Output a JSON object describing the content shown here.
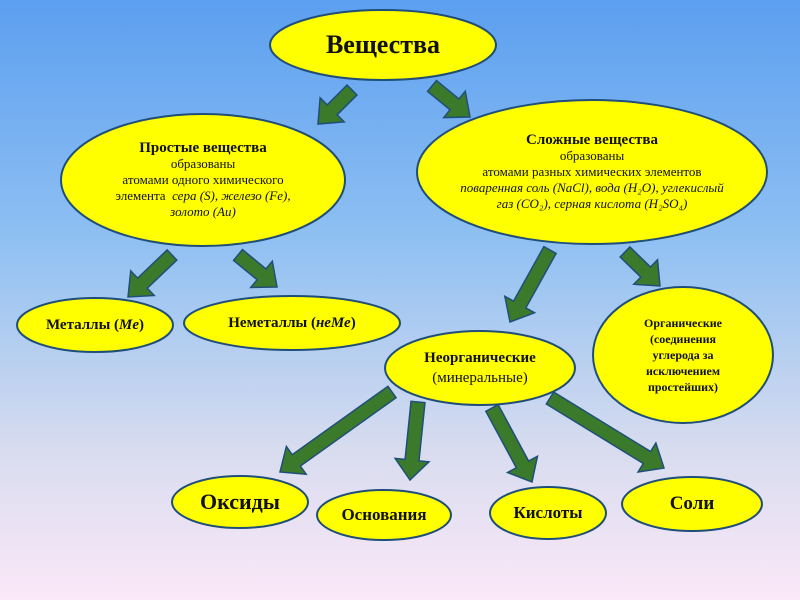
{
  "colors": {
    "ellipse_fill": "#ffff00",
    "ellipse_stroke": "#1f4e79",
    "arrow_fill": "#3b7a2a",
    "arrow_stroke": "#1f4e79"
  },
  "root": {
    "label": "Вещества"
  },
  "simple": {
    "title": "Простые вещества",
    "line1": "образованы",
    "line2": "атомами одного химического",
    "line3": "элемента",
    "examples1": "сера (S), железо (Fe),",
    "examples2": "золото (Au)"
  },
  "complex": {
    "title": "Сложные вещества",
    "line1": "образованы",
    "line2": "атомами разных химических элементов",
    "examples1": "поваренная соль (NaCl), вода (H₂O), углекислый",
    "examples2": "газ (CO₂), серная кислота (H₂SO₄)"
  },
  "metals": {
    "label": "Металлы (",
    "italic": "Me",
    ")": ")"
  },
  "nonmetals": {
    "label": "Неметаллы (",
    "italic": "неМе"
  },
  "inorganic": {
    "title": "Неорганические",
    "subtitle": "(минеральные)"
  },
  "organic": {
    "lines": [
      "Органические",
      "(соединения",
      "углерода за",
      "исключением",
      "простейших)"
    ]
  },
  "classes": {
    "oxides": "Оксиды",
    "bases": "Основания",
    "acids": "Кислоты",
    "salts": "Соли"
  }
}
